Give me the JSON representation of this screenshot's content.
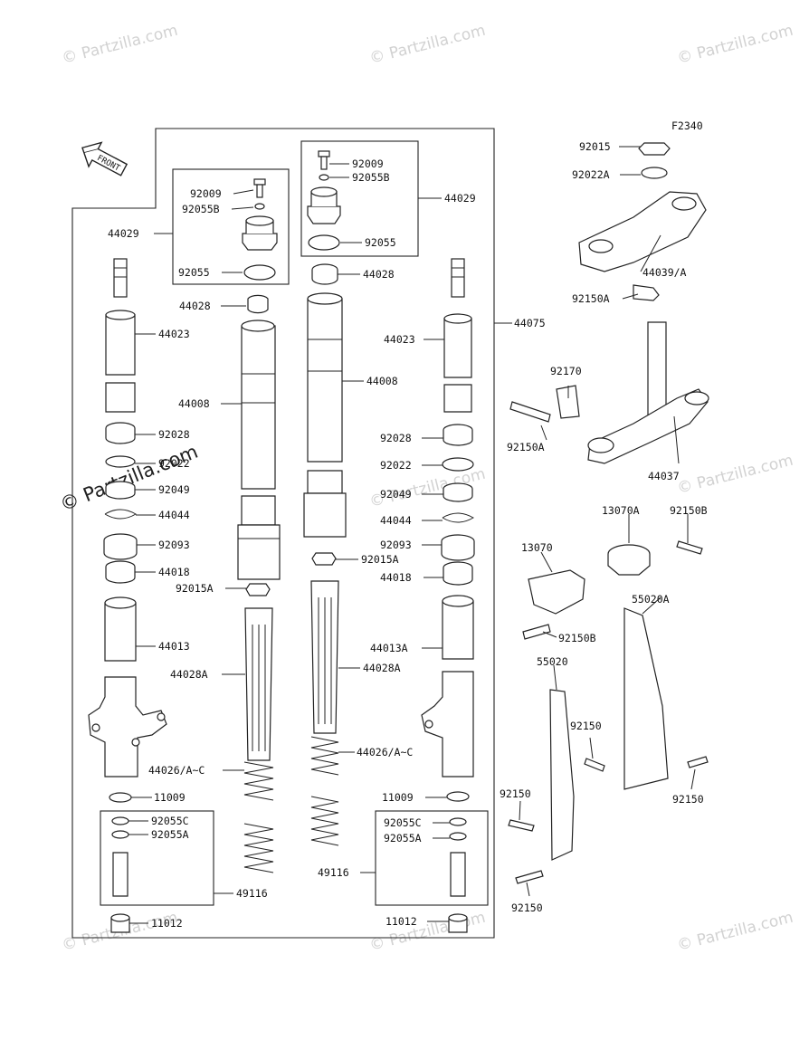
{
  "figure_code": "F2340",
  "front_arrow": "FRONT",
  "watermark": "© Partzilla.com",
  "watermark_short": "Partzilla.com",
  "labels": [
    {
      "id": "92015-top",
      "text": "92015"
    },
    {
      "id": "92022A",
      "text": "92022A"
    },
    {
      "id": "44039A",
      "text": "44039/A"
    },
    {
      "id": "92150A-top",
      "text": "92150A"
    },
    {
      "id": "44075",
      "text": "44075"
    },
    {
      "id": "92170",
      "text": "92170"
    },
    {
      "id": "92150A-mid",
      "text": "92150A"
    },
    {
      "id": "44037",
      "text": "44037"
    },
    {
      "id": "13070A",
      "text": "13070A"
    },
    {
      "id": "92150B-r",
      "text": "92150B"
    },
    {
      "id": "13070",
      "text": "13070"
    },
    {
      "id": "55020A",
      "text": "55020A"
    },
    {
      "id": "92150B-l",
      "text": "92150B"
    },
    {
      "id": "55020",
      "text": "55020"
    },
    {
      "id": "92150-a",
      "text": "92150"
    },
    {
      "id": "92150-b",
      "text": "92150"
    },
    {
      "id": "92150-c",
      "text": "92150"
    },
    {
      "id": "92150-d",
      "text": "92150"
    },
    {
      "id": "L-92009",
      "text": "92009"
    },
    {
      "id": "L-92055B",
      "text": "92055B"
    },
    {
      "id": "L-44029",
      "text": "44029"
    },
    {
      "id": "L-92055",
      "text": "92055"
    },
    {
      "id": "L-44028",
      "text": "44028"
    },
    {
      "id": "L-44023",
      "text": "44023"
    },
    {
      "id": "L-44008",
      "text": "44008"
    },
    {
      "id": "L-92028",
      "text": "92028"
    },
    {
      "id": "L-92022",
      "text": "92022"
    },
    {
      "id": "L-92049",
      "text": "92049"
    },
    {
      "id": "L-44044",
      "text": "44044"
    },
    {
      "id": "L-92093",
      "text": "92093"
    },
    {
      "id": "L-44018",
      "text": "44018"
    },
    {
      "id": "L-92015A",
      "text": "92015A"
    },
    {
      "id": "L-44013",
      "text": "44013"
    },
    {
      "id": "L-44028A",
      "text": "44028A"
    },
    {
      "id": "L-44026",
      "text": "44026/A~C"
    },
    {
      "id": "L-11009",
      "text": "11009"
    },
    {
      "id": "L-92055C",
      "text": "92055C"
    },
    {
      "id": "L-92055A",
      "text": "92055A"
    },
    {
      "id": "L-49116",
      "text": "49116"
    },
    {
      "id": "L-11012",
      "text": "11012"
    },
    {
      "id": "R-92009",
      "text": "92009"
    },
    {
      "id": "R-92055B",
      "text": "92055B"
    },
    {
      "id": "R-44029",
      "text": "44029"
    },
    {
      "id": "R-92055",
      "text": "92055"
    },
    {
      "id": "R-44028",
      "text": "44028"
    },
    {
      "id": "R-44023",
      "text": "44023"
    },
    {
      "id": "R-44008",
      "text": "44008"
    },
    {
      "id": "R-92028",
      "text": "92028"
    },
    {
      "id": "R-92022",
      "text": "92022"
    },
    {
      "id": "R-92049",
      "text": "92049"
    },
    {
      "id": "R-44044",
      "text": "44044"
    },
    {
      "id": "R-92093",
      "text": "92093"
    },
    {
      "id": "R-92015A",
      "text": "92015A"
    },
    {
      "id": "R-44018",
      "text": "44018"
    },
    {
      "id": "R-44013A",
      "text": "44013A"
    },
    {
      "id": "R-44028A",
      "text": "44028A"
    },
    {
      "id": "R-44026",
      "text": "44026/A~C"
    },
    {
      "id": "R-11009",
      "text": "11009"
    },
    {
      "id": "R-92055C",
      "text": "92055C"
    },
    {
      "id": "R-92055A",
      "text": "92055A"
    },
    {
      "id": "R-49116",
      "text": "49116"
    },
    {
      "id": "R-11012",
      "text": "11012"
    }
  ]
}
